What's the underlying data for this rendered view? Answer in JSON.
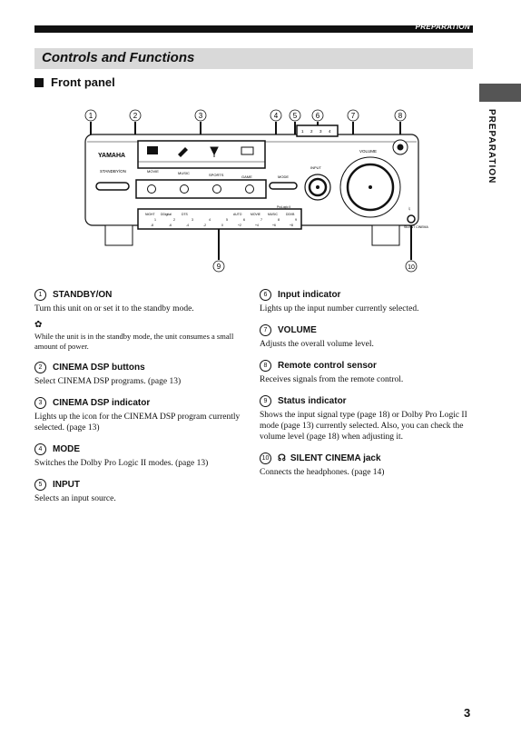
{
  "header": {
    "label": "PREPARATION"
  },
  "title": "Controls and Functions",
  "section": "Front panel",
  "side_tab": "PREPARATION",
  "page_number": "3",
  "diagram": {
    "callouts": [
      "1",
      "2",
      "3",
      "4",
      "5",
      "6",
      "7",
      "8",
      "9",
      "10"
    ],
    "brand": "YAMAHA",
    "standby_label": "STANDBY/ON",
    "dsp_buttons": [
      "MOVIE",
      "MUSIC",
      "SPORTS",
      "GAME"
    ],
    "mode_label": "MODE",
    "input_label": "INPUT",
    "input_numbers": [
      "1",
      "2",
      "3",
      "4"
    ],
    "volume_label": "VOLUME",
    "prologic_label": "ProLogic II",
    "status_top": [
      "NIGHT",
      "DDigital",
      "DTS",
      "",
      "",
      "AUTO",
      "MOVIE",
      "MUSIC",
      "DDVB"
    ],
    "status_nums": [
      "1",
      "2",
      "3",
      "4",
      "5",
      "6",
      "7",
      "8",
      "9"
    ],
    "status_db": [
      "-8",
      "-6",
      "-4",
      "-2",
      "0",
      "+2",
      "+4",
      "+6",
      "+8"
    ],
    "jack_label": "SILENT CINEMA"
  },
  "left_items": [
    {
      "num": "1",
      "title": "STANDBY/ON",
      "desc": "Turn this unit on or set it to the standby mode.",
      "note": "While the unit is in the standby mode, the unit consumes a small amount of power."
    },
    {
      "num": "2",
      "title": "CINEMA DSP buttons",
      "desc": "Select CINEMA DSP programs. (page 13)"
    },
    {
      "num": "3",
      "title": "CINEMA DSP indicator",
      "desc": "Lights up the icon for the CINEMA DSP program currently selected. (page 13)"
    },
    {
      "num": "4",
      "title": "MODE",
      "desc": "Switches the Dolby Pro Logic II modes. (page 13)"
    },
    {
      "num": "5",
      "title": "INPUT",
      "desc": "Selects an input source."
    }
  ],
  "right_items": [
    {
      "num": "6",
      "title": "Input indicator",
      "desc": "Lights up the input number currently selected."
    },
    {
      "num": "7",
      "title": "VOLUME",
      "desc": "Adjusts the overall volume level."
    },
    {
      "num": "8",
      "title": "Remote control sensor",
      "desc": "Receives signals from the remote control."
    },
    {
      "num": "9",
      "title": "Status indicator",
      "desc": "Shows the input signal type (page 18) or Dolby Pro Logic II mode (page 13) currently selected. Also, you can check the volume level (page 18) when adjusting it."
    },
    {
      "num": "10",
      "title": "SILENT CINEMA jack",
      "desc": "Connects the headphones. (page 14)"
    }
  ]
}
